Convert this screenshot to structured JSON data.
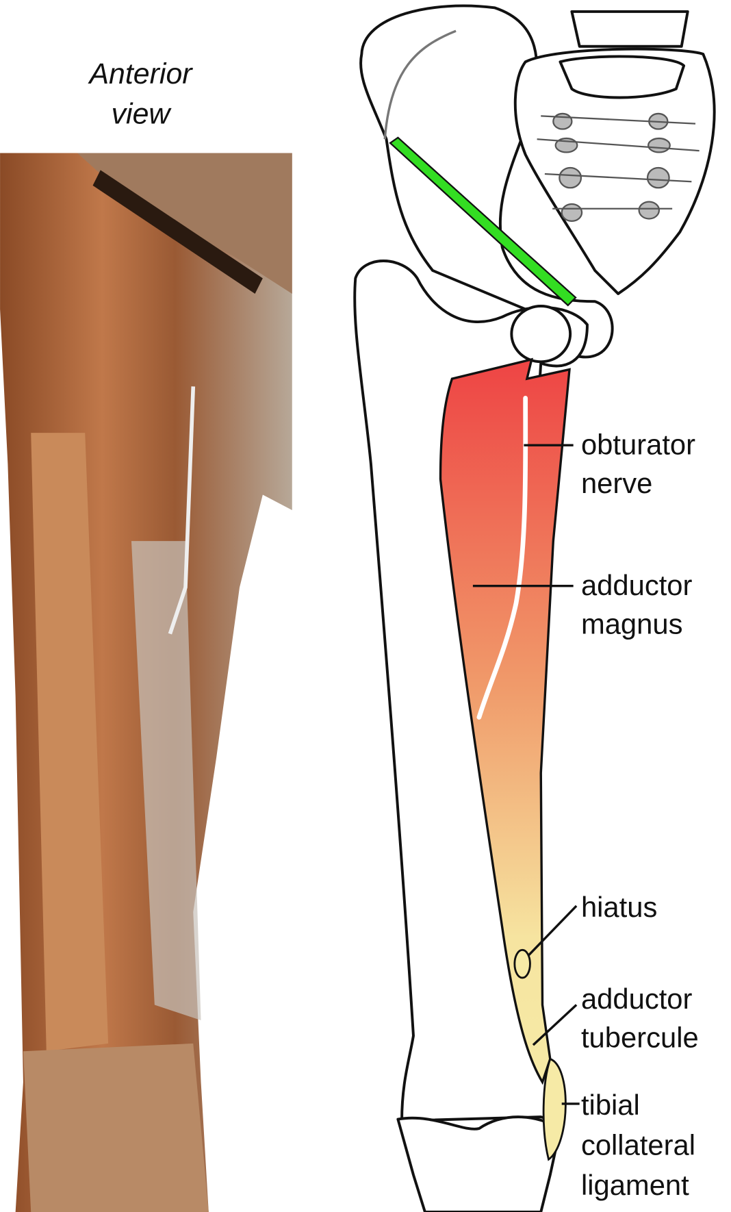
{
  "title": {
    "line1": "Anterior",
    "line2": "view"
  },
  "labels": {
    "obturator_nerve": [
      "obturator",
      "nerve"
    ],
    "adductor_magnus": [
      "adductor",
      "magnus"
    ],
    "hiatus": [
      "hiatus"
    ],
    "adductor_tubercule": [
      "adductor",
      "tubercule"
    ],
    "tibial_collateral_ligament": [
      "tibial",
      "collateral",
      "ligament"
    ]
  },
  "colors": {
    "muscle_top": "#ee4444",
    "muscle_mid": "#f09a6a",
    "muscle_bottom": "#f6eaa6",
    "ligament_green": "#33dd22",
    "photo_tissue": "#a8643a"
  }
}
